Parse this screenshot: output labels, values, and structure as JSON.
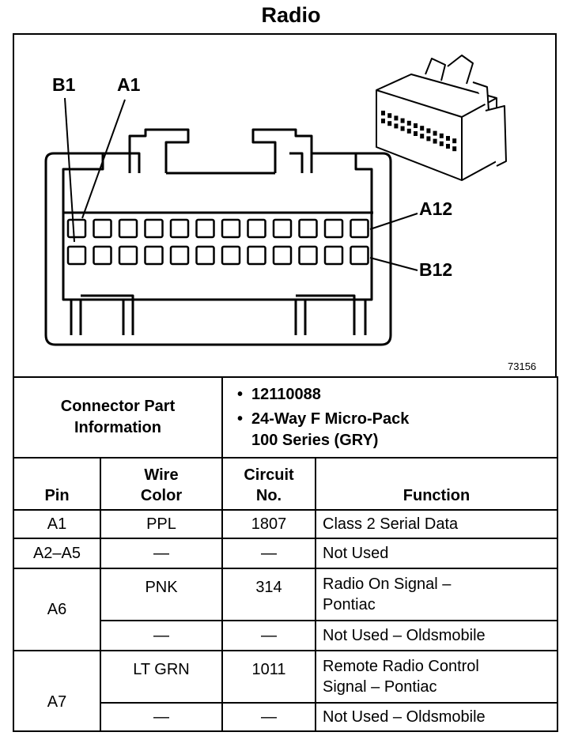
{
  "title": "Radio",
  "diagram": {
    "label_b1": "B1",
    "label_a1": "A1",
    "label_a12": "A12",
    "label_b12": "B12",
    "figure_number": "73156"
  },
  "part_info": {
    "label_line1": "Connector Part",
    "label_line2": "Information",
    "bullet": "•",
    "item1": "12110088",
    "item2_line1": "24-Way F Micro-Pack",
    "item2_line2": "100 Series (GRY)"
  },
  "columns": {
    "pin": "Pin",
    "wire_line1": "Wire",
    "wire_line2": "Color",
    "circuit_line1": "Circuit",
    "circuit_line2": "No.",
    "function": "Function"
  },
  "rows": [
    {
      "pin": "A1",
      "wire": "PPL",
      "circuit": "1807",
      "function": "Class 2 Serial Data"
    },
    {
      "pin": "A2–A5",
      "wire": "—",
      "circuit": "—",
      "function": "Not Used"
    },
    {
      "pin": "A6",
      "wire": "PNK",
      "circuit": "314",
      "function_line1": "Radio On Signal –",
      "function_line2": "Pontiac"
    },
    {
      "wire": "—",
      "circuit": "—",
      "function": "Not Used – Oldsmobile"
    },
    {
      "pin": "A7",
      "wire": "LT GRN",
      "circuit": "1011",
      "function_line1": "Remote Radio Control",
      "function_line2": "Signal – Pontiac"
    },
    {
      "wire": "—",
      "circuit": "—",
      "function": "Not Used – Oldsmobile"
    }
  ]
}
